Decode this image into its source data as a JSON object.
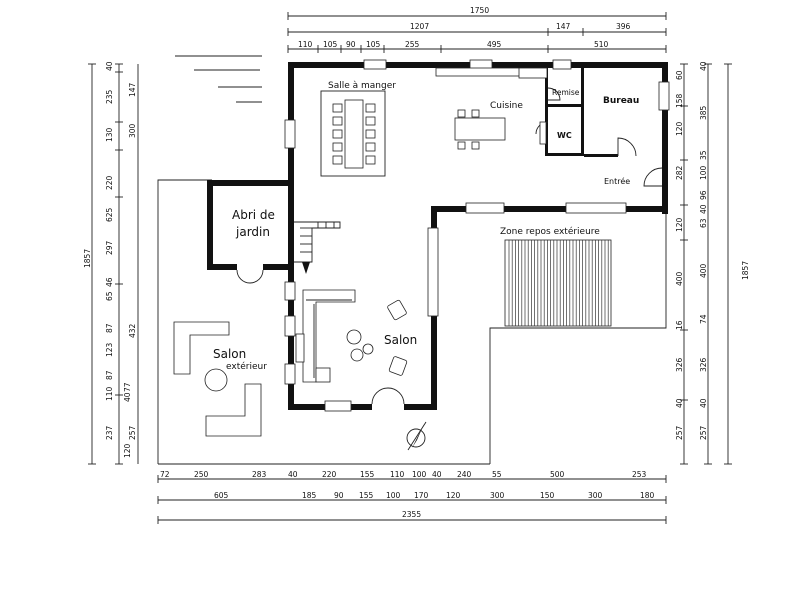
{
  "rooms": {
    "salle_a_manger": "Salle à manger",
    "cuisine": "Cuisine",
    "remise": "Remise",
    "bureau": "Bureau",
    "wc": "WC",
    "entree": "Entrée",
    "abri_jardin_1": "Abri de",
    "abri_jardin_2": "jardin",
    "zone_repos": "Zone repos extérieure",
    "salon": "Salon",
    "salon_ext_1": "Salon",
    "salon_ext_2": "extérieur"
  },
  "dims_top": {
    "overall": "1750",
    "row2": [
      "1207",
      "147",
      "396"
    ],
    "row3": [
      "110",
      "105",
      "90",
      "105",
      "255",
      "495",
      "510"
    ]
  },
  "dims_bottom": {
    "row1": [
      "72",
      "250",
      "283",
      "40",
      "220",
      "155",
      "110",
      "100",
      "40",
      "240",
      "55",
      "500",
      "253"
    ],
    "row2": [
      "605",
      "185",
      "90",
      "155",
      "100",
      "170",
      "120",
      "300",
      "150",
      "300",
      "180"
    ],
    "overall": "2355"
  },
  "dims_left": {
    "overall": "1857",
    "col_outer": [
      "40",
      "235",
      "130",
      "220",
      "625",
      "297",
      "46",
      "65",
      "87",
      "123",
      "87",
      "110",
      "40",
      "77",
      "237",
      "120"
    ],
    "col_inner": [
      "147",
      "300",
      "432",
      "257"
    ]
  },
  "dims_right": {
    "overall": "1857",
    "col_inner": [
      "60",
      "158",
      "120",
      "282",
      "120",
      "400",
      "16",
      "326",
      "40",
      "257"
    ],
    "col_outer": [
      "40",
      "385",
      "35",
      "100",
      "96",
      "40",
      "63",
      "400",
      "74",
      "326",
      "40",
      "257"
    ]
  }
}
